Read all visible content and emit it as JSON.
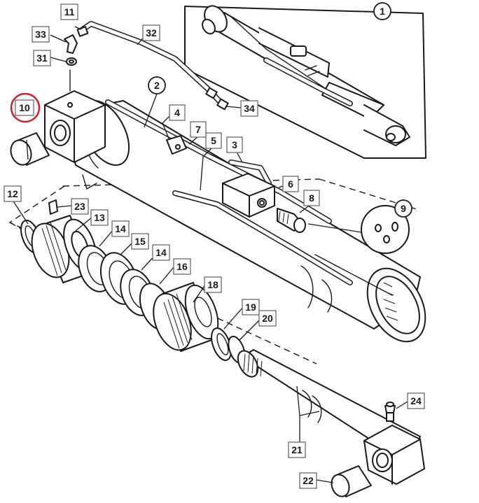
{
  "callouts": {
    "c1": "1",
    "c2": "2",
    "c3": "3",
    "c4": "4",
    "c5": "5",
    "c6": "6",
    "c7": "7",
    "c8": "8",
    "c9": "9",
    "c10": "10",
    "c11": "11",
    "c12": "12",
    "c13": "13",
    "c14a": "14",
    "c14b": "14",
    "c15": "15",
    "c16": "16",
    "c18": "18",
    "c19": "19",
    "c20": "20",
    "c21": "21",
    "c22": "22",
    "c23": "23",
    "c24": "24",
    "c31": "31",
    "c32": "32",
    "c33": "33",
    "c34": "34"
  },
  "colors": {
    "line": "#1a1a1a",
    "highlight": "#d0202a"
  },
  "highlighted_callout": "10"
}
